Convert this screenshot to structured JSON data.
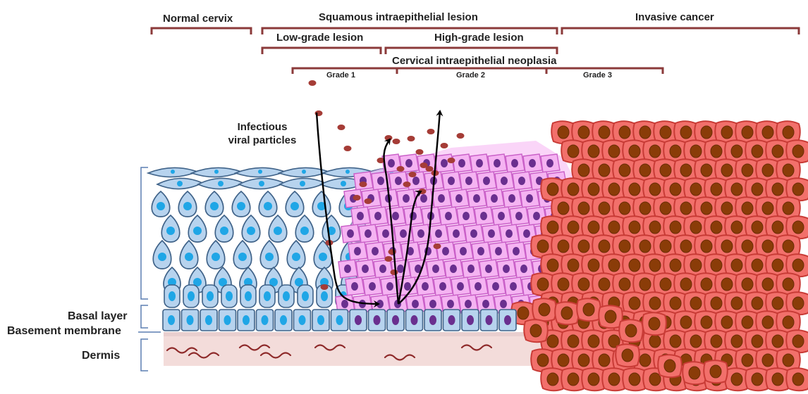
{
  "header": {
    "normal_cervix": "Normal cervix",
    "squamous_lesion": "Squamous intraepithelial lesion",
    "low_grade": "Low-grade lesion",
    "high_grade": "High-grade lesion",
    "invasive_cancer": "Invasive cancer",
    "cin": "Cervical intraepithelial neoplasia",
    "grade1": "Grade 1",
    "grade2": "Grade 2",
    "grade3": "Grade 3"
  },
  "annotations": {
    "viral": "Infectious viral particles",
    "basal_layer": "Basal layer",
    "basement_membrane": "Basement membrane",
    "dermis": "Dermis"
  },
  "colors": {
    "bracket": "#8b3a3a",
    "normal_fill": "#b7d3ee",
    "normal_stroke": "#3f6288",
    "normal_nucleus": "#1fa6e6",
    "lesion_fill": "#f5b3f2",
    "lesion_stroke": "#c95fc7",
    "lesion_nucleus": "#6a2f8f",
    "cancer_fill": "#f2706b",
    "cancer_stroke": "#c83b36",
    "cancer_nucleus": "#8a3c08",
    "virus": "#a53c36",
    "dermis": "#f3dcda",
    "dermis_wave": "#8e2a2a",
    "side_bracket": "#5b7fb2"
  }
}
